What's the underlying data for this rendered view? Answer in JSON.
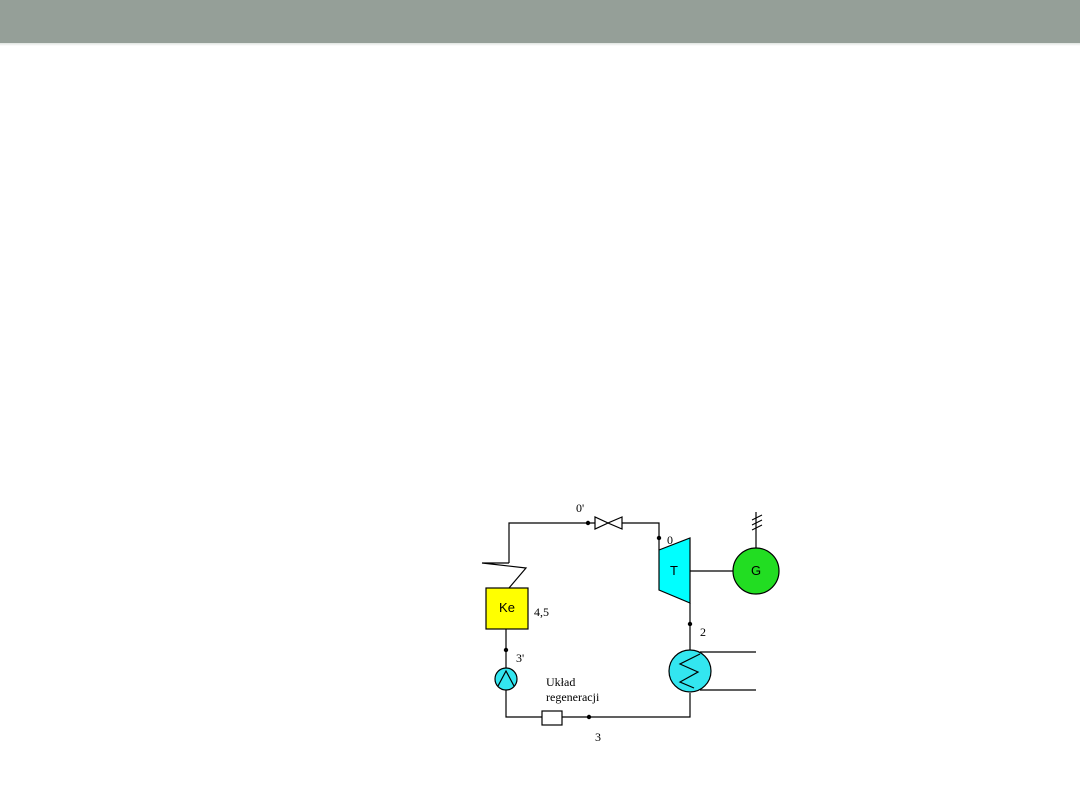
{
  "colors": {
    "top_band": "#959f98",
    "line": "#000000",
    "boiler_fill": "#ffff00",
    "turbine_fill": "#00ffff",
    "generator_fill": "#22dd22",
    "condenser_fill": "#33e6f0",
    "pump_fill": "#33e6f0"
  },
  "diagram": {
    "boiler_label": "Ke",
    "turbine_label": "T",
    "generator_label": "G",
    "points": {
      "p0prime": "0'",
      "p0": "0",
      "p45": "4,5",
      "p2": "2",
      "p3prime": "3'",
      "p3": "3"
    },
    "regeneration_label_line1": "Układ",
    "regeneration_label_line2": "regeneracji"
  }
}
